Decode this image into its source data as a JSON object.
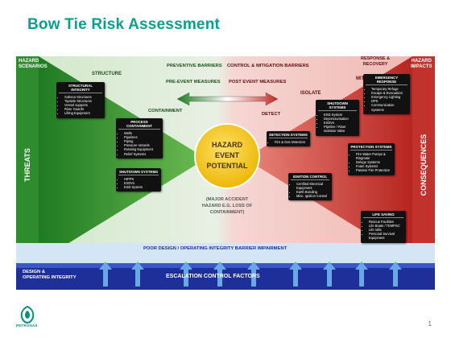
{
  "title": "Bow Tie Risk Assessment",
  "left_header": [
    "HAZARD",
    "SCENARIOS"
  ],
  "right_header": [
    "HAZARD",
    "IMPACTS"
  ],
  "response_recovery": [
    "RESPONSE &",
    "RECOVERY"
  ],
  "threats": "THREATS",
  "consequences": "CONSEQUENCES",
  "structure": "STRUCTURE",
  "containment": "CONTAINMENT",
  "detect": "DETECT",
  "isolate": "ISOLATE",
  "mitigate": "MITIGATE",
  "preventive_barriers": "PREVENTIVE BARRIERS",
  "control_mitigation_barriers": "CONTROL & MITIGATION BARRIERS",
  "pre_event": "PRE-EVENT MEASURES",
  "post_event": "POST EVENT MEASURES",
  "hazard_center": [
    "HAZARD",
    "EVENT",
    "POTENTIAL"
  ],
  "major_accident": [
    "(MAJOR ACCIDENT",
    "HAZARD E.G. LOSS OF",
    "CONTAINMENT)"
  ],
  "poor_design": "POOR DESIGN / OPERATING INTEGRITY BARRIER IMPAIRMENT",
  "design_integrity": [
    "DESIGN &",
    "OPERATING INTEGRITY"
  ],
  "escalation": "ESCALATION CONTROL FACTORS",
  "boxes": {
    "structural": {
      "title": "STRUCTURAL INTEGRITY",
      "items": [
        "Subsea Structures",
        "Topside Structures",
        "Vessel supports",
        "Riser Guards",
        "Lifting Equipment"
      ]
    },
    "process": {
      "title": "PROCESS CONTAINMENT",
      "items": [
        "Wells",
        "Pipelines",
        "Piping",
        "Pressure Vessels",
        "Rotating Equipment",
        "Relief Systems"
      ]
    },
    "shutdown_left": {
      "title": "SHUTDOWN SYSTEMS",
      "items": [
        "HIPPS",
        "ESDVs",
        "ESD System"
      ]
    },
    "detection": {
      "title": "DETECTION SYSTEMS",
      "items": [
        "Fire & Gas Detection"
      ]
    },
    "shutdown_right": {
      "title": "SHUTDOWN SYSTEMS",
      "items": [
        "ESD System",
        "Depressurisation",
        "ESDVs",
        "Pipeline / Riser Isolation Valve"
      ]
    },
    "emergency": {
      "title": "EMERGENCY RESPONSE",
      "items": [
        "Temporary Refuge",
        "Escape & Evacuation",
        "Emergency Lighting",
        "DPS",
        "Communication Systems"
      ]
    },
    "protection": {
      "title": "PROTECTION SYSTEMS",
      "items": [
        "Fire Water Pumps & Ringmain",
        "Deluge Systems",
        "Foam Systems",
        "Passive Fire Protection"
      ]
    },
    "ignition": {
      "title": "IGNITION CONTROL",
      "items": [
        "Certified Electrical Equipment",
        "Earth Bonding",
        "Misc. Ignition Control"
      ]
    },
    "life_saving": {
      "title": "LIFE SAVING",
      "items": [
        "Rescue Facilities",
        "Life Boats / TEMPSC",
        "Life rafts",
        "Personal Survival Equipment"
      ]
    }
  },
  "logo_text": "PETRONAS",
  "page_number": "1",
  "colors": {
    "title": "#0aa08e",
    "left_green": "#2e8b2e",
    "right_red": "#c0322b",
    "hazard_yellow": "#f5c518",
    "bottom_blue": "#1e2f9a",
    "light_blue": "#cfe3f5"
  }
}
